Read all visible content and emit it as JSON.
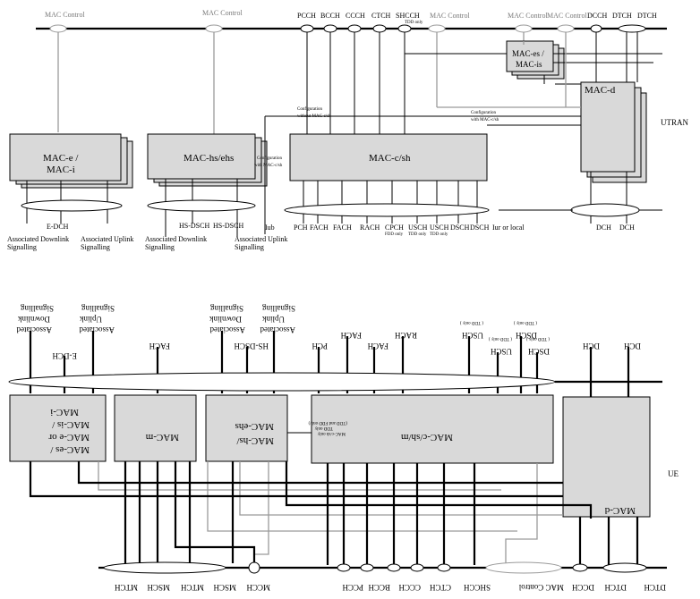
{
  "utran": {
    "side_label": "UTRAN",
    "top_channels": {
      "mac_control_1": "MAC Control",
      "mac_control_2": "MAC Control",
      "pcch": "PCCH",
      "bcch": "BCCH",
      "ccch": "CCCH",
      "ctch": "CTCH",
      "shcch": "SHCCH",
      "shcch_note": "TDD only",
      "mac_control_3": "MAC Control",
      "mac_control_4": "MAC Control",
      "mac_control_5": "MAC Control",
      "dcch": "DCCH",
      "dtch_1": "DTCH",
      "dtch_2": "DTCH"
    },
    "entities": {
      "mac_e_line1": "MAC-e /",
      "mac_e_line2": "MAC-i",
      "mac_hs": "MAC-hs/ehs",
      "mac_csh": "MAC-c/sh",
      "mac_es_line1": "MAC-es /",
      "mac_es_line2": "MAC-is",
      "mac_d": "MAC-d"
    },
    "annotations": {
      "config_without_line1": "Configuration",
      "config_without_line2": "without MAC-c/sh",
      "config_with_line1": "Configuration",
      "config_with_line2": "with MAC-c/sh",
      "config_hs_line1": "Configuration",
      "config_hs_line2": "with MAC-c/sh",
      "iub": "Iub",
      "iur_or_local": "Iur or local"
    },
    "bottom_channels": {
      "e_dch": "E-DCH",
      "assoc_dl_1": "Associated Downlink",
      "assoc_dl_1b": "Signalling",
      "assoc_ul_1": "Associated Uplink",
      "assoc_ul_1b": "Signalling",
      "hs_dsch_1": "HS-DSCH",
      "hs_dsch_2": "HS-DSCH",
      "assoc_dl_2": "Associated Downlink",
      "assoc_dl_2b": "Signalling",
      "assoc_ul_2": "Associated Uplink",
      "assoc_ul_2b": "Signalling",
      "pch": "PCH",
      "fach_1": "FACH",
      "fach_2": "FACH",
      "rach": "RACH",
      "cpch": "CPCH",
      "cpch_note": "FDD only",
      "usch_1": "USCH",
      "usch_1_note": "TDD only",
      "usch_2": "USCH",
      "usch_2_note": "TDD only",
      "dsch_1": "DSCH",
      "dsch_2": "DSCH",
      "dch_1": "DCH",
      "dch_2": "DCH"
    }
  },
  "ue": {
    "side_label": "UE",
    "top_channels": {
      "assoc_dl_1": "Associated",
      "assoc_dl_1b": "Downlink",
      "assoc_dl_1c": "Signalling",
      "assoc_ul_1": "Associated",
      "assoc_ul_1b": "Uplink",
      "assoc_ul_1c": "Signalling",
      "e_dch": "E-DCH",
      "fach_1": "FACH",
      "assoc_dl_2": "Associated",
      "assoc_dl_2b": "Downlink",
      "assoc_dl_2c": "Signalling",
      "assoc_ul_2": "Associated",
      "assoc_ul_2b": "Uplink",
      "assoc_ul_2c": "Signalling",
      "hs_dsch": "HS-DSCH",
      "pch": "PCH",
      "fach_2": "FACH",
      "fach_3": "FACH",
      "rach": "RACH",
      "usch_1": "USCH",
      "usch_1_note": "( TDD only )",
      "dsch_1": "DSCH",
      "dsch_1_note": "( TDD only )",
      "usch_2": "USCH",
      "usch_2_note": "( TDD only )",
      "dsch_2": "DSCH",
      "dsch_2_note": "( TDD only )",
      "dch_1": "DCH",
      "dch_2": "DCH"
    },
    "entities": {
      "mac_es_line1": "MAC-es /",
      "mac_es_line2": "MAC-e or",
      "mac_es_line3": "MAC-is /",
      "mac_es_line4": "MAC-i",
      "mac_m": "MAC-m",
      "mac_hs_line1": "MAC-hs/",
      "mac_hs_line2": "MAC-ehs",
      "mac_csh": "MAC-c/sh/m",
      "mac_d": "MAC-d",
      "hs_note_line1": "(TDD and FDD only)",
      "hs_note_line2": "TDD only",
      "hs_note_line3": "MAC-c/sh only"
    },
    "bottom_channels": {
      "mtch_1": "MTCH",
      "msch_1": "MSCH",
      "mtch_2": "MTCH",
      "msch_2": "MSCH",
      "mcch": "MCCH",
      "pcch": "PCCH",
      "bcch": "BCCH",
      "ccch": "CCCH",
      "ctch": "CTCH",
      "shcch": "SHCCH",
      "mac_control": "MAC Control",
      "dcch": "DCCH",
      "dtch_1": "DTCH",
      "dtch_2": "DTCH"
    }
  }
}
